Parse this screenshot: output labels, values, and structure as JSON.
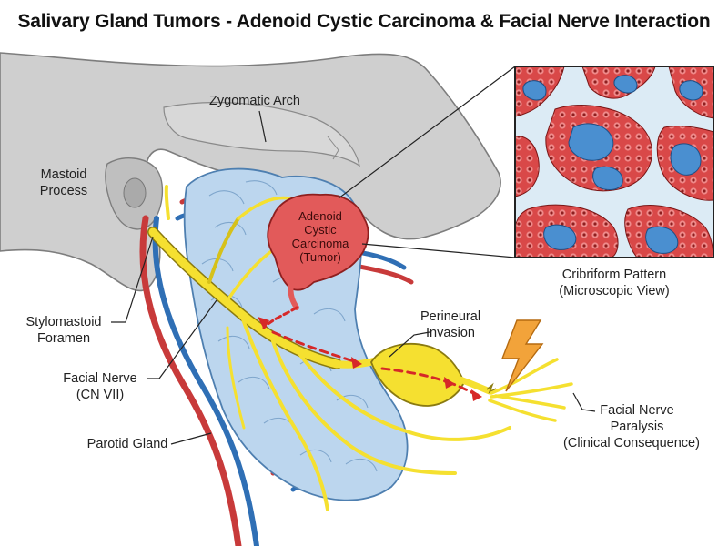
{
  "title": "Salivary Gland Tumors - Adenoid Cystic Carcinoma & Facial Nerve Interaction",
  "labels": {
    "zygomatic_arch": "Zygomatic Arch",
    "mastoid_process": [
      "Mastoid",
      "Process"
    ],
    "tumor": [
      "Adenoid",
      "Cystic",
      "Carcinoma",
      "(Tumor)"
    ],
    "cribriform": [
      "Cribriform Pattern",
      "(Microscopic View)"
    ],
    "stylomastoid": [
      "Stylomastoid",
      "Foramen"
    ],
    "perineural": [
      "Perineural",
      "Invasion"
    ],
    "facial_nerve": [
      "Facial Nerve",
      "(CN VII)"
    ],
    "paralysis": [
      "Facial Nerve",
      "Paralysis",
      "(Clinical Consequence)"
    ],
    "parotid_gland": "Parotid Gland"
  },
  "colors": {
    "bone": "#cfcfcf",
    "gland": "#bcd6ee",
    "nerve": "#f5e030",
    "tumor": "#e25a5a",
    "artery": "#c83a3a",
    "vein": "#2f6fb5",
    "lightning": "#f2a33a"
  }
}
